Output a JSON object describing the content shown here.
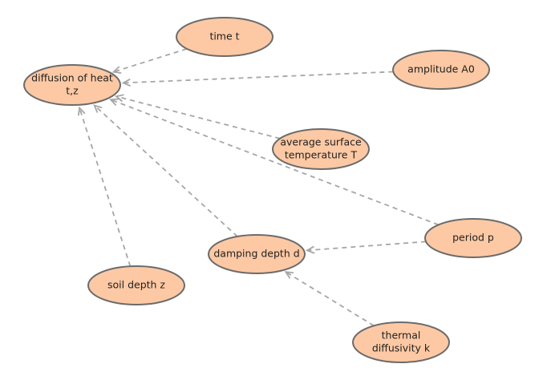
{
  "nodes": [
    {
      "id": "diffusion",
      "lines": [
        "diffusion of heat",
        "t,z"
      ]
    },
    {
      "id": "time",
      "lines": [
        "time t"
      ]
    },
    {
      "id": "amplitude",
      "lines": [
        "amplitude A0"
      ]
    },
    {
      "id": "avgtemp",
      "lines": [
        "average surface",
        "temperature T"
      ]
    },
    {
      "id": "period",
      "lines": [
        "period p"
      ]
    },
    {
      "id": "damping",
      "lines": [
        "damping depth d"
      ]
    },
    {
      "id": "soil",
      "lines": [
        "soil depth z"
      ]
    },
    {
      "id": "thermal",
      "lines": [
        "thermal",
        "diffusivity k"
      ]
    }
  ],
  "edges": [
    {
      "from": "time",
      "to": "diffusion"
    },
    {
      "from": "amplitude",
      "to": "diffusion"
    },
    {
      "from": "avgtemp",
      "to": "diffusion"
    },
    {
      "from": "period",
      "to": "diffusion"
    },
    {
      "from": "damping",
      "to": "diffusion"
    },
    {
      "from": "soil",
      "to": "diffusion"
    },
    {
      "from": "period",
      "to": "damping"
    },
    {
      "from": "thermal",
      "to": "damping"
    }
  ],
  "colors": {
    "node_fill": "#fdc9a4",
    "node_stroke": "#6b6b6b",
    "edge": "#a6a6a6"
  }
}
